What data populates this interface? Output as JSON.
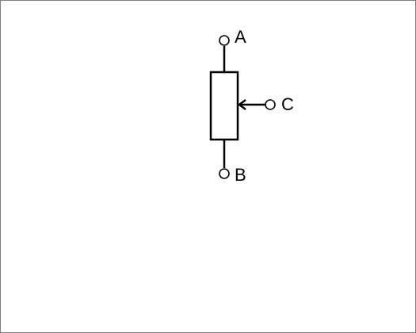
{
  "diagram": {
    "component": "potentiometer",
    "terminals": {
      "a": "A",
      "b": "B",
      "c": "C"
    },
    "colors": {
      "stroke": "#000000",
      "background": "#ffffff",
      "border": "#7f7f7f"
    }
  }
}
